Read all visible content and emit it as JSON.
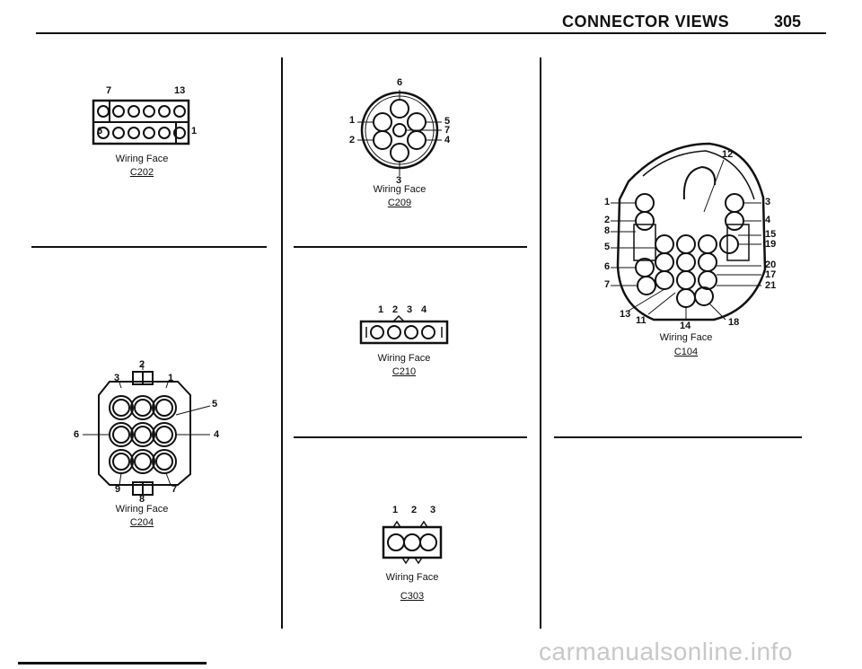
{
  "header": {
    "title": "CONNECTOR VIEWS",
    "page_number": "305"
  },
  "face_label": "Wiring Face",
  "connectors": {
    "c202": {
      "id": "C202",
      "pins": [
        "7",
        "13",
        "6",
        "1"
      ]
    },
    "c204": {
      "id": "C204",
      "pins": [
        "2",
        "3",
        "1",
        "5",
        "6",
        "4",
        "9",
        "7",
        "8"
      ]
    },
    "c209": {
      "id": "C209",
      "pins": [
        "6",
        "1",
        "5",
        "7",
        "2",
        "4",
        "3"
      ]
    },
    "c210": {
      "id": "C210",
      "pins": [
        "1",
        "2",
        "3",
        "4"
      ]
    },
    "c303": {
      "id": "C303",
      "pins": [
        "1",
        "2",
        "3"
      ]
    },
    "c104": {
      "id": "C104",
      "pins": [
        "12",
        "1",
        "3",
        "2",
        "4",
        "8",
        "15",
        "5",
        "19",
        "6",
        "20",
        "17",
        "7",
        "21",
        "13",
        "11",
        "14",
        "18"
      ]
    }
  },
  "watermark": "carmanualsonline.info"
}
